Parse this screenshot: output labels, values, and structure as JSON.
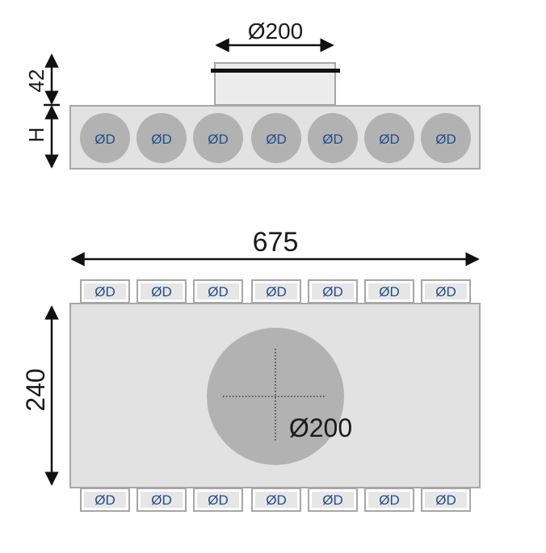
{
  "top_view": {
    "spigot_diameter_label": "Ø200",
    "spigot_height_label": "42",
    "box_height_label": "H",
    "port_labels": [
      "ØD",
      "ØD",
      "ØD",
      "ØD",
      "ØD",
      "ØD",
      "ØD"
    ]
  },
  "plan_view": {
    "length_label": "675",
    "width_label": "240",
    "center_diameter_label": "Ø200",
    "top_port_labels": [
      "ØD",
      "ØD",
      "ØD",
      "ØD",
      "ØD",
      "ØD",
      "ØD"
    ],
    "bottom_port_labels": [
      "ØD",
      "ØD",
      "ØD",
      "ØD",
      "ØD",
      "ØD",
      "ØD"
    ]
  },
  "colors": {
    "box_fill": "#e2e2e2",
    "box_stroke": "#a6a6a6",
    "port_fill": "#b2b2b2",
    "port_text": "#1f4e8c",
    "line": "#111111"
  }
}
